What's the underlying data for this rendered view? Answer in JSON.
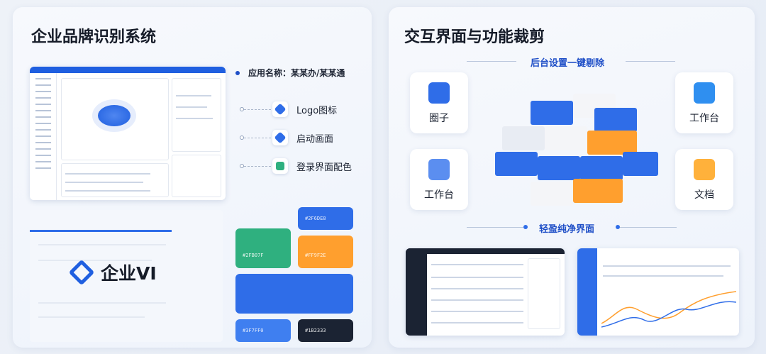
{
  "left": {
    "title": "企业品牌识别系统",
    "app_name": "应用名称：某某办/某某通",
    "features": [
      {
        "label": "Logo图标",
        "icon": "logo-icon"
      },
      {
        "label": "启动画面",
        "icon": "splash-icon"
      },
      {
        "label": "登录界面配色",
        "icon": "login-palette-icon"
      }
    ],
    "brand_label": "企业VI",
    "swatches": [
      {
        "label": "#2F6DE8",
        "color": "#2f6de8"
      },
      {
        "label": "#2FB07F",
        "color": "#2fb07f"
      },
      {
        "label": "#FF9F2E",
        "color": "#ff9f2e"
      },
      {
        "label": "",
        "color": "#2f6de8"
      },
      {
        "label": "#3F7FF0",
        "color": "#3f7ff0"
      },
      {
        "label": "#1B2333",
        "color": "#1b2333"
      }
    ]
  },
  "right": {
    "title": "交互界面与功能裁剪",
    "top_subtitle": "后台设置一键剔除",
    "bottom_subtitle": "轻盈纯净界面",
    "cards": [
      {
        "label": "圈子",
        "icon": "circle-app-icon"
      },
      {
        "label": "工作台",
        "icon": "document-icon"
      },
      {
        "label": "工作台",
        "icon": "blocks-icon"
      },
      {
        "label": "文档",
        "icon": "folder-icon"
      }
    ]
  },
  "colors": {
    "accent": "#2f6de8",
    "orange": "#ff9f2e",
    "green": "#2fb07f",
    "dark": "#1b2333"
  }
}
